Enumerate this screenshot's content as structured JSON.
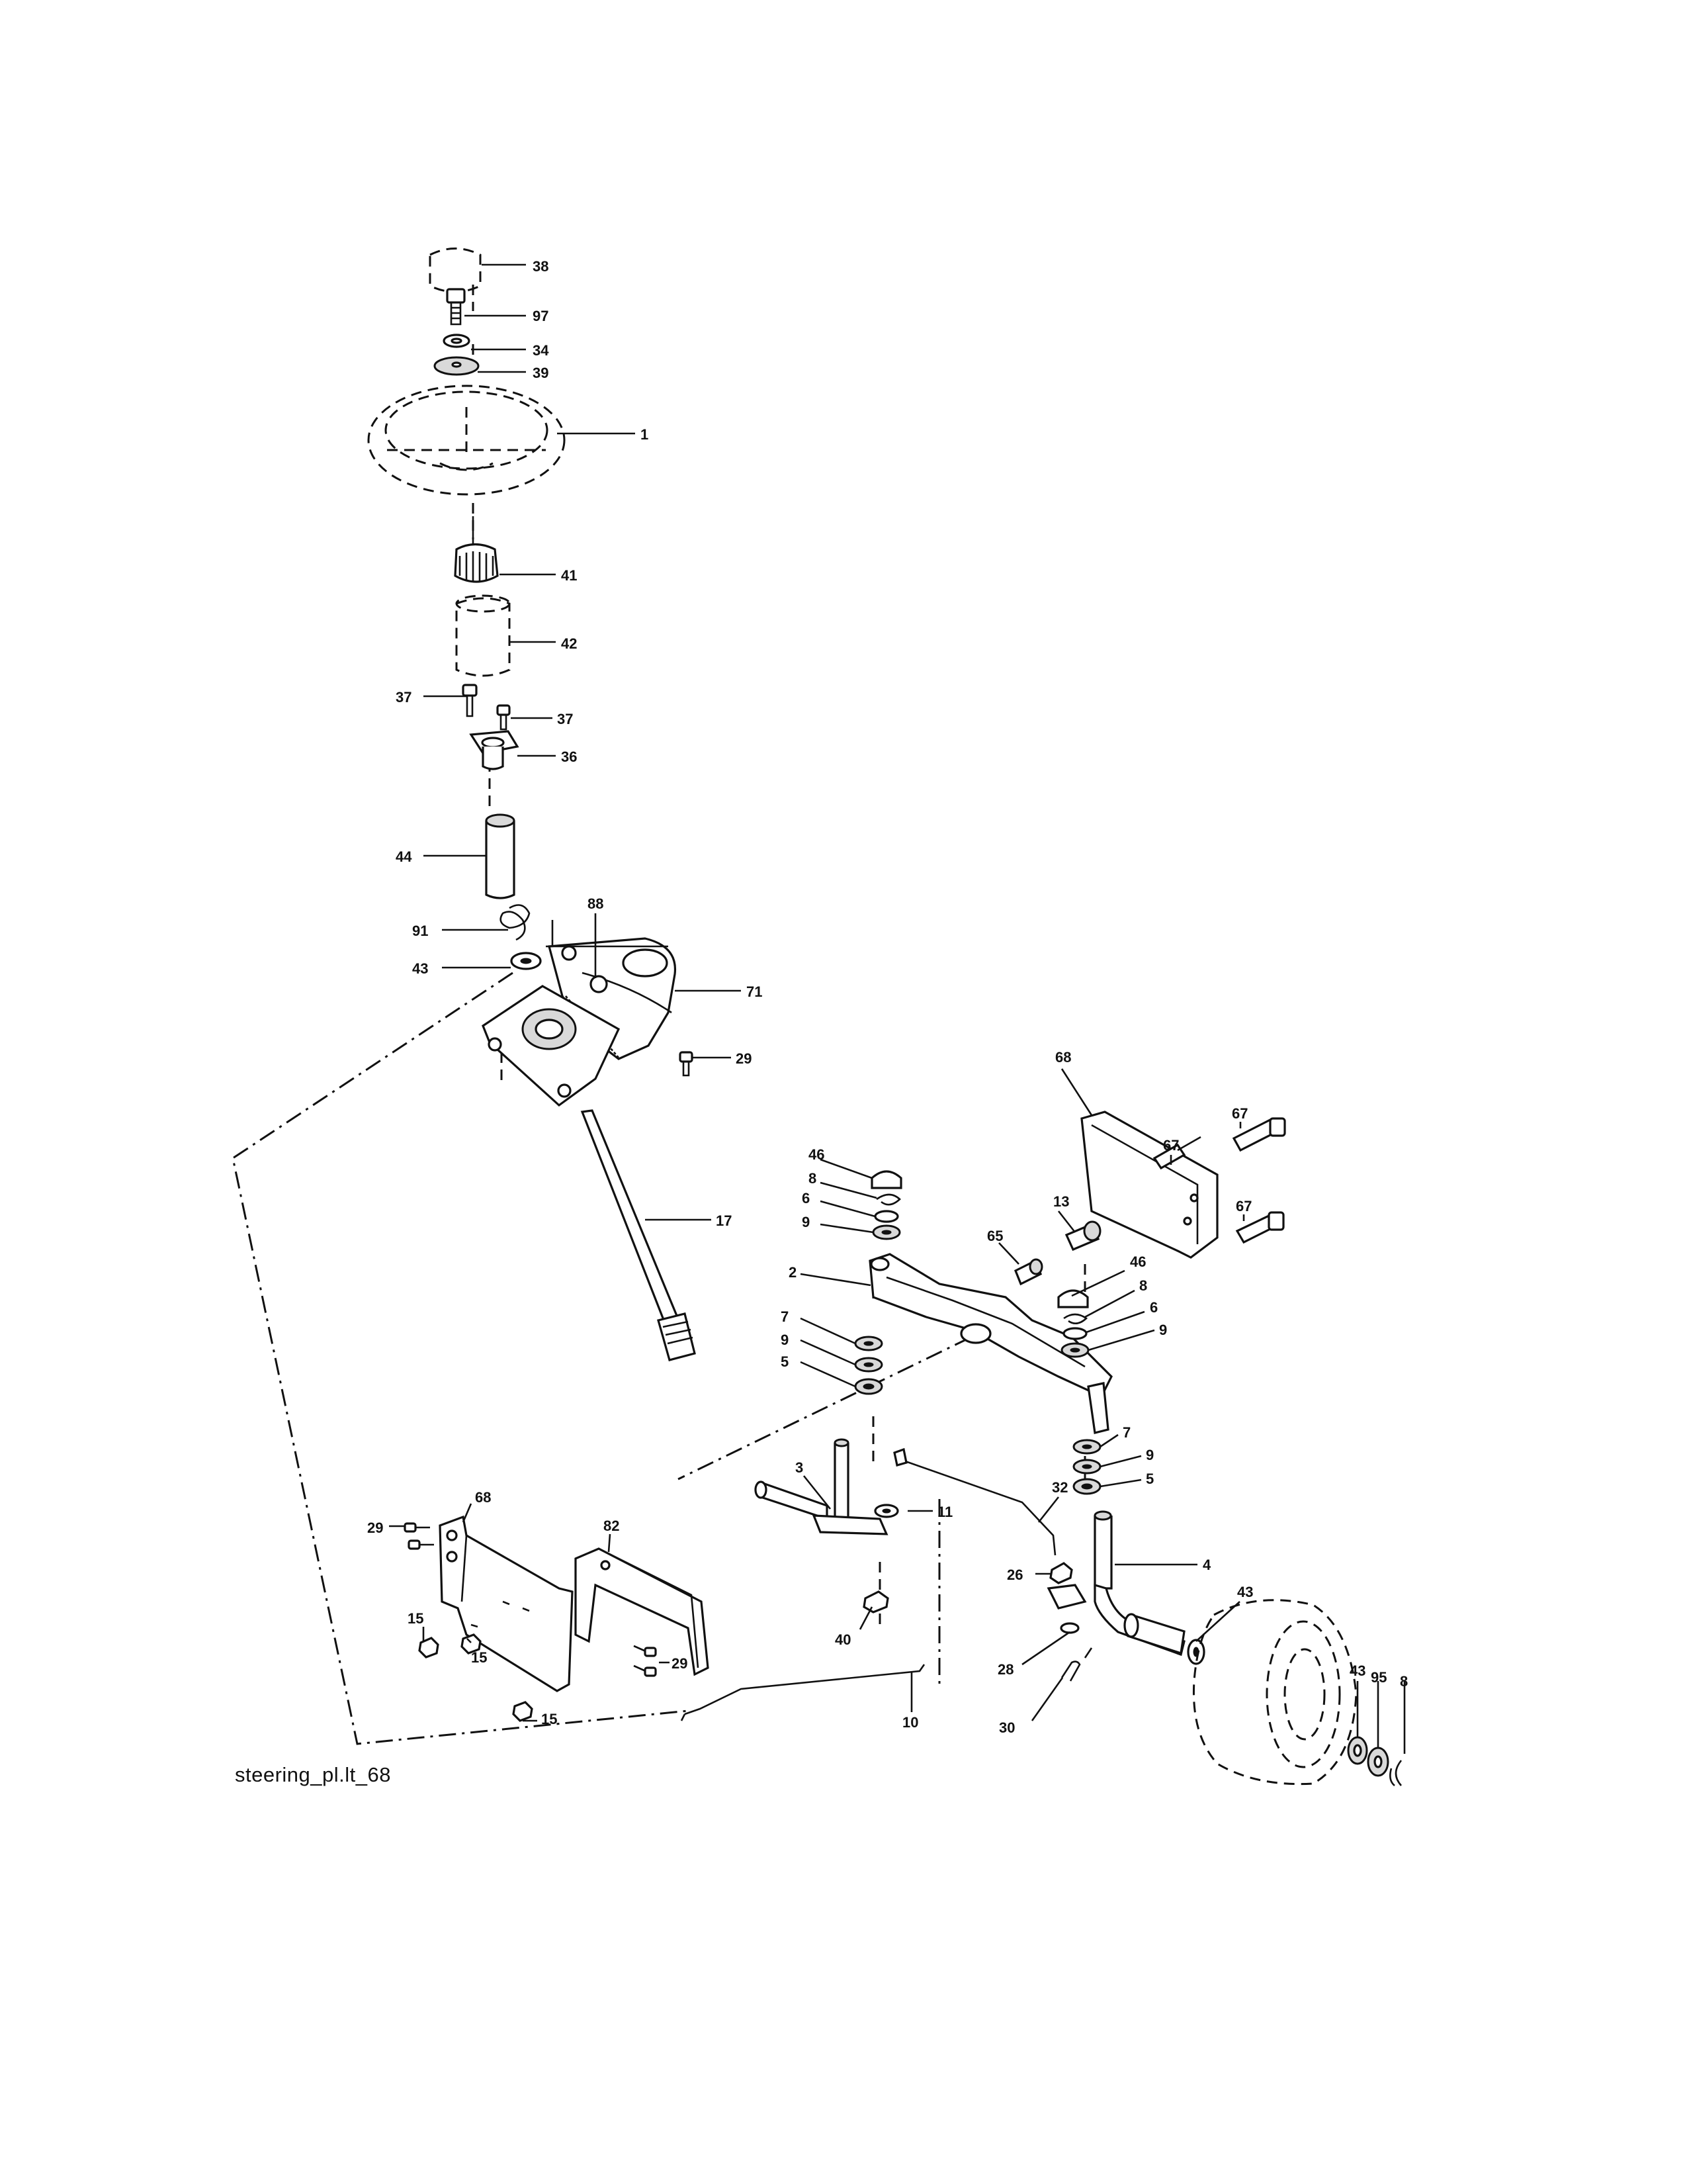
{
  "footer_label": "steering_pl.lt_68",
  "callouts": [
    {
      "id": "c38",
      "text": "38"
    },
    {
      "id": "c97",
      "text": "97"
    },
    {
      "id": "c34",
      "text": "34"
    },
    {
      "id": "c39",
      "text": "39"
    },
    {
      "id": "c1",
      "text": "1"
    },
    {
      "id": "c41",
      "text": "41"
    },
    {
      "id": "c42",
      "text": "42"
    },
    {
      "id": "c37a",
      "text": "37"
    },
    {
      "id": "c37b",
      "text": "37"
    },
    {
      "id": "c36",
      "text": "36"
    },
    {
      "id": "c44",
      "text": "44"
    },
    {
      "id": "c91",
      "text": "91"
    },
    {
      "id": "c88",
      "text": "88"
    },
    {
      "id": "c43a",
      "text": "43"
    },
    {
      "id": "c71",
      "text": "71"
    },
    {
      "id": "c29a",
      "text": "29"
    },
    {
      "id": "c17",
      "text": "17"
    },
    {
      "id": "c68a",
      "text": "68"
    },
    {
      "id": "c67a",
      "text": "67"
    },
    {
      "id": "c67b",
      "text": "67"
    },
    {
      "id": "c67c",
      "text": "67"
    },
    {
      "id": "c13",
      "text": "13"
    },
    {
      "id": "c46a",
      "text": "46"
    },
    {
      "id": "c8a",
      "text": "8"
    },
    {
      "id": "c6a",
      "text": "6"
    },
    {
      "id": "c9a",
      "text": "9"
    },
    {
      "id": "c65",
      "text": "65"
    },
    {
      "id": "c2",
      "text": "2"
    },
    {
      "id": "c46b",
      "text": "46"
    },
    {
      "id": "c8b",
      "text": "8"
    },
    {
      "id": "c6b",
      "text": "6"
    },
    {
      "id": "c9b",
      "text": "9"
    },
    {
      "id": "c7a",
      "text": "7"
    },
    {
      "id": "c9c",
      "text": "9"
    },
    {
      "id": "c5a",
      "text": "5"
    },
    {
      "id": "c7b",
      "text": "7"
    },
    {
      "id": "c9d",
      "text": "9"
    },
    {
      "id": "c5b",
      "text": "5"
    },
    {
      "id": "c3",
      "text": "3"
    },
    {
      "id": "c32",
      "text": "32"
    },
    {
      "id": "c11",
      "text": "11"
    },
    {
      "id": "c4",
      "text": "4"
    },
    {
      "id": "c26",
      "text": "26"
    },
    {
      "id": "c40",
      "text": "40"
    },
    {
      "id": "c43b",
      "text": "43"
    },
    {
      "id": "c43c",
      "text": "43"
    },
    {
      "id": "c95",
      "text": "95"
    },
    {
      "id": "c8c",
      "text": "8"
    },
    {
      "id": "c28",
      "text": "28"
    },
    {
      "id": "c30",
      "text": "30"
    },
    {
      "id": "c10",
      "text": "10"
    },
    {
      "id": "c68b",
      "text": "68"
    },
    {
      "id": "c82",
      "text": "82"
    },
    {
      "id": "c29b",
      "text": "29"
    },
    {
      "id": "c29c",
      "text": "29"
    },
    {
      "id": "c15a",
      "text": "15"
    },
    {
      "id": "c15b",
      "text": "15"
    },
    {
      "id": "c15c",
      "text": "15"
    }
  ]
}
